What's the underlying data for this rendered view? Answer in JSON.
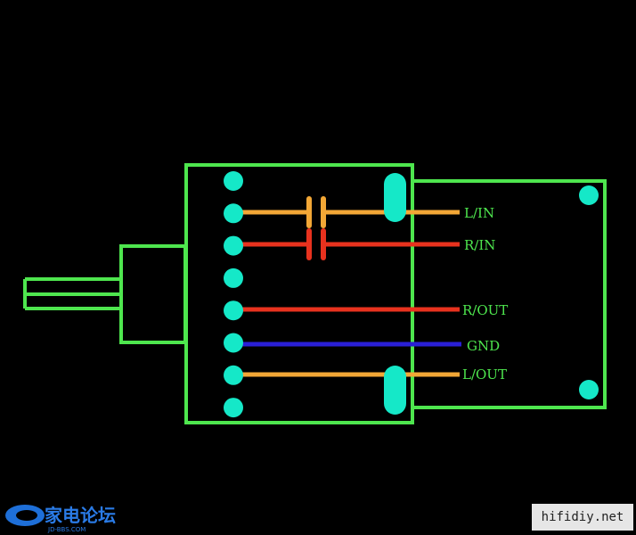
{
  "colors": {
    "background": "#000000",
    "outline": "#4ee64e",
    "pad": "#15e8c8",
    "wire_orange": "#f2a736",
    "wire_red": "#e8321e",
    "wire_blue": "#2a1fd6",
    "label_text": "#4ee64e"
  },
  "labels": {
    "l_in": "L/IN",
    "r_in": "R/IN",
    "r_out": "R/OUT",
    "gnd": "GND",
    "l_out": "L/OUT"
  },
  "wires": [
    {
      "id": "l_in",
      "color": "wire_orange",
      "capacitor": true
    },
    {
      "id": "r_in",
      "color": "wire_red",
      "capacitor": true
    },
    {
      "id": "r_out",
      "color": "wire_red",
      "capacitor": false
    },
    {
      "id": "gnd",
      "color": "wire_blue",
      "capacitor": false
    },
    {
      "id": "l_out",
      "color": "wire_orange",
      "capacitor": false
    }
  ],
  "watermark": {
    "logo_text": "家电论坛",
    "logo_sub": "JD-BBS.COM",
    "site": "hifidiy.net"
  }
}
